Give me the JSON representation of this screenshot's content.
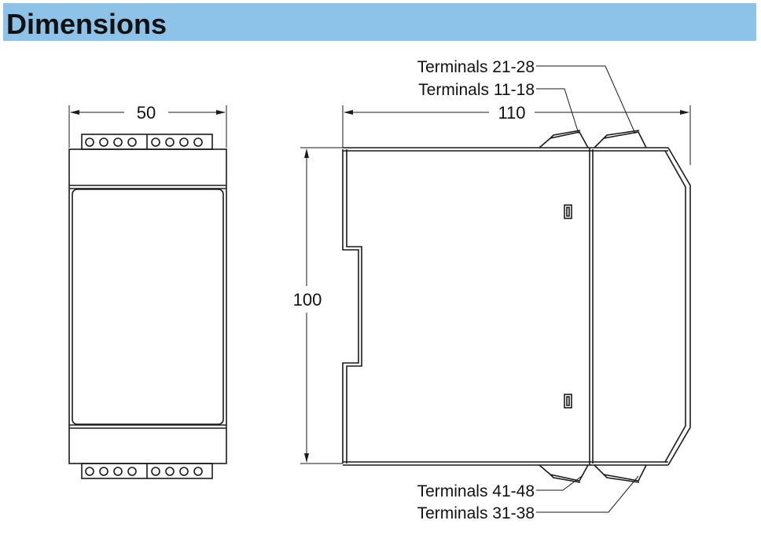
{
  "header": {
    "title": "Dimensions"
  },
  "dimensions": {
    "width": "50",
    "depth": "110",
    "height": "100"
  },
  "terminals": {
    "top_rear": "Terminals 21-28",
    "top_front": "Terminals 11-18",
    "bottom_front": "Terminals 41-48",
    "bottom_rear": "Terminals 31-38"
  },
  "colors": {
    "header_bg": "#8dc3e8",
    "line": "#1a1a1a"
  }
}
